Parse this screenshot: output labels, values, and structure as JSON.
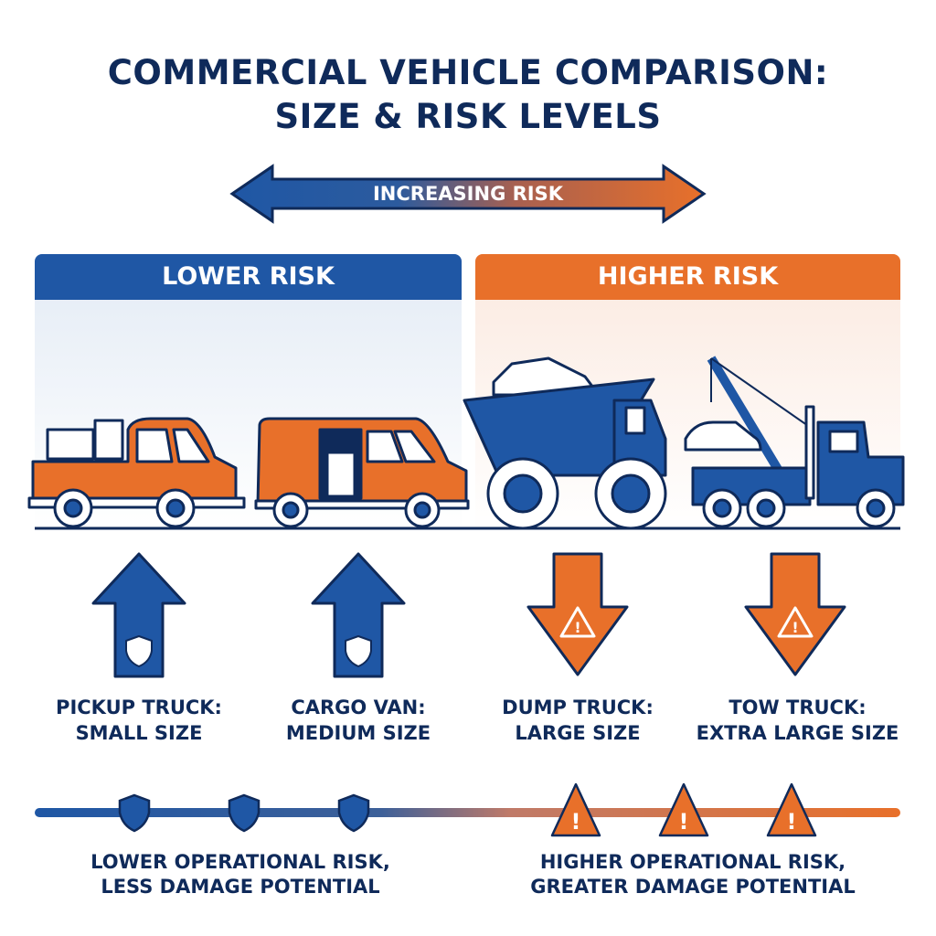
{
  "title": {
    "line1": "COMMERCIAL VEHICLE COMPARISON:",
    "line2": "SIZE & RISK LEVELS"
  },
  "risk_arrow": {
    "label": "INCREASING RISK"
  },
  "panels": {
    "lower": "LOWER RISK",
    "higher": "HIGHER RISK"
  },
  "colors": {
    "navy": "#0f2a5a",
    "blue": "#1f57a5",
    "orange": "#e8702a"
  },
  "vehicles": [
    {
      "name": "PICKUP TRUCK:",
      "size": "SMALL SIZE",
      "risk": "lower",
      "icon": "shield-icon"
    },
    {
      "name": "CARGO VAN:",
      "size": "MEDIUM SIZE",
      "risk": "lower",
      "icon": "shield-icon"
    },
    {
      "name": "DUMP TRUCK:",
      "size": "LARGE SIZE",
      "risk": "higher",
      "icon": "warning-icon"
    },
    {
      "name": "TOW TRUCK:",
      "size": "EXTRA LARGE SIZE",
      "risk": "higher",
      "icon": "warning-icon"
    }
  ],
  "footer": {
    "lower": {
      "line1": "LOWER OPERATIONAL RISK,",
      "line2": "LESS DAMAGE POTENTIAL"
    },
    "higher": {
      "line1": "HIGHER OPERATIONAL RISK,",
      "line2": "GREATER DAMAGE POTENTIAL"
    }
  }
}
